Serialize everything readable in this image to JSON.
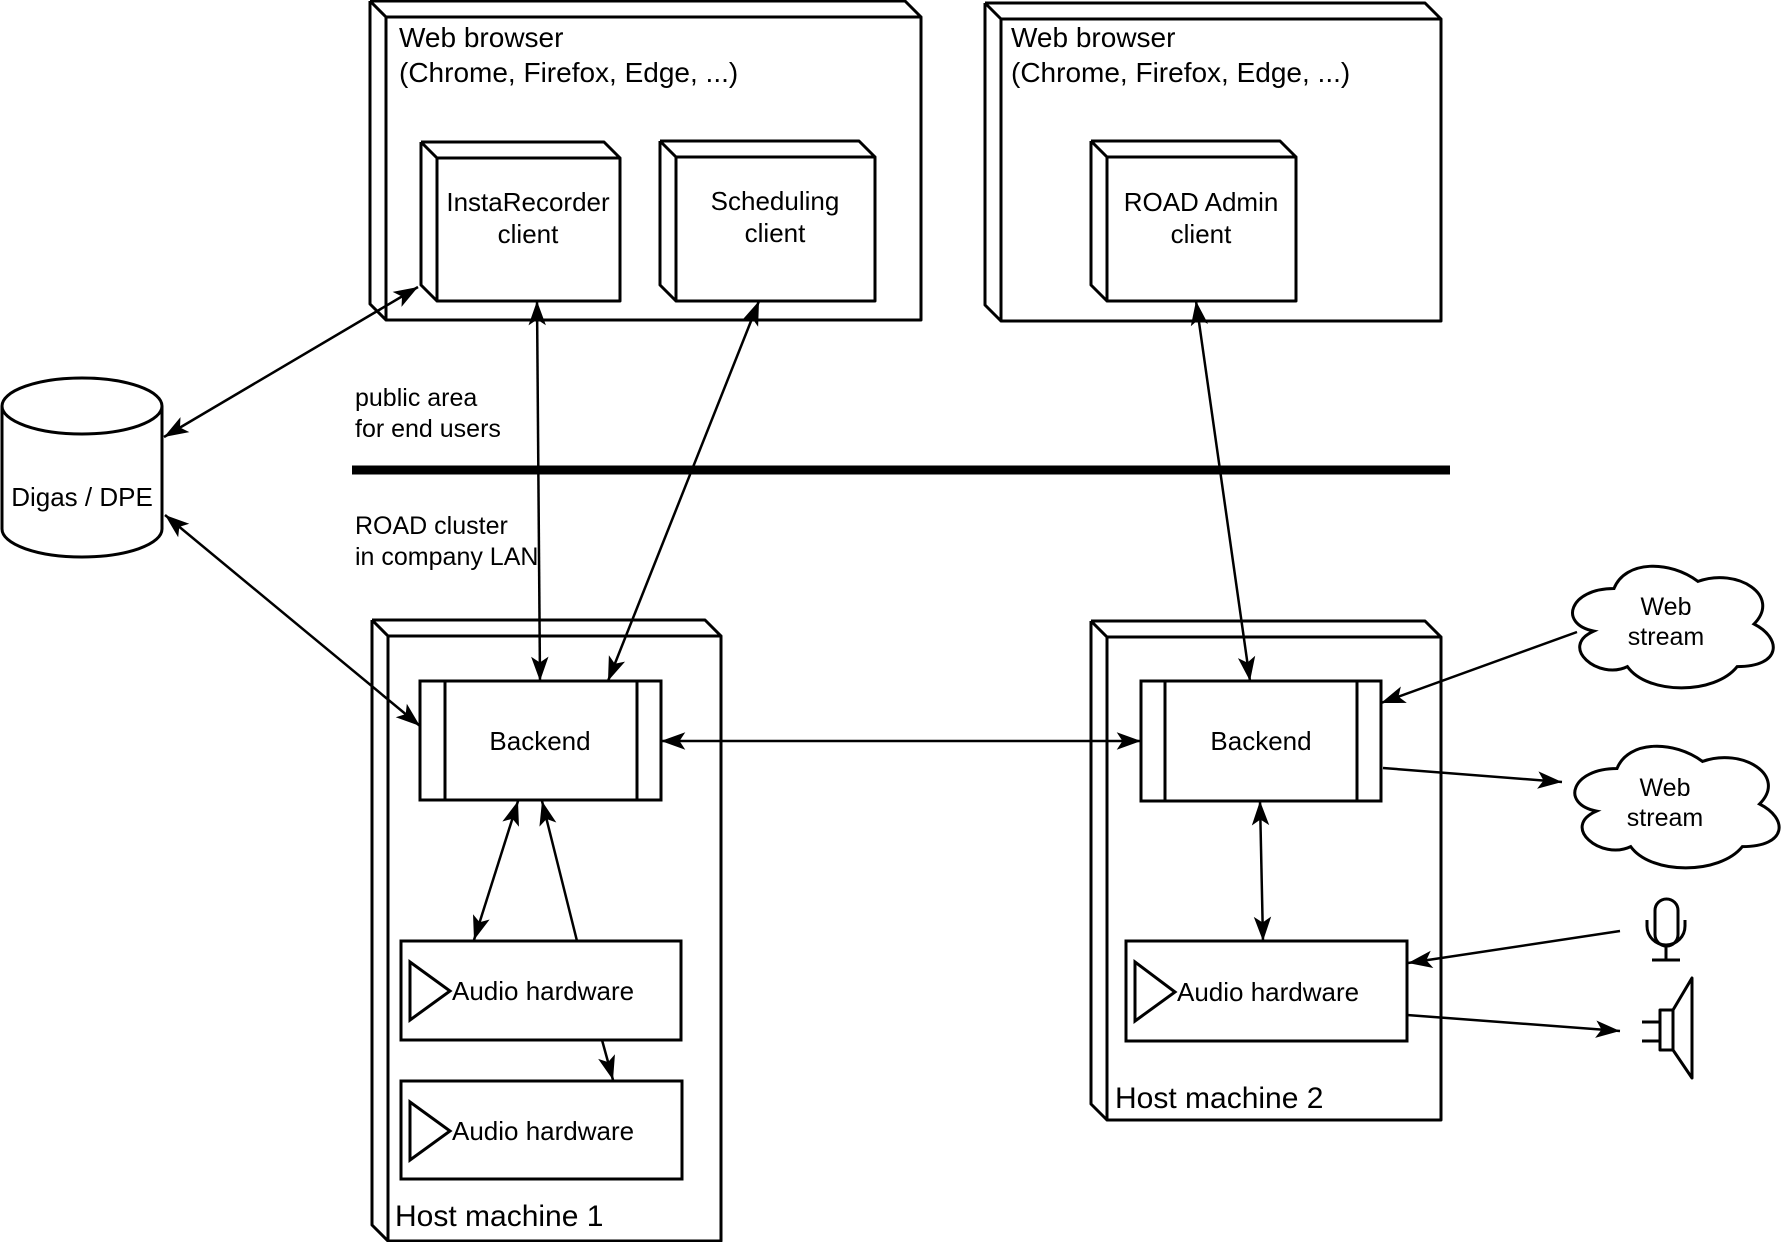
{
  "diagram": {
    "browser1": {
      "title": "Web browser\n(Chrome, Firefox, Edge, ...)"
    },
    "browser2": {
      "title": "Web browser\n(Chrome, Firefox, Edge, ...)"
    },
    "nodes": {
      "instarecorder": "InstaRecorder\nclient",
      "scheduling": "Scheduling\nclient",
      "road_admin": "ROAD Admin\nclient",
      "backend1": "Backend",
      "backend2": "Backend",
      "audio_hw_host1_a": "Audio hardware",
      "audio_hw_host1_b": "Audio hardware",
      "audio_hw_host2": "Audio hardware",
      "database": "Digas / DPE",
      "host1": "Host machine 1",
      "host2": "Host machine 2",
      "cloud_top": "Web stream",
      "cloud_bottom": "Web stream"
    },
    "annotations": {
      "public_area": "public area\nfor end users",
      "road_cluster": "ROAD cluster\nin company LAN"
    },
    "colors": {
      "stroke": "#000000",
      "fill": "#ffffff"
    }
  }
}
